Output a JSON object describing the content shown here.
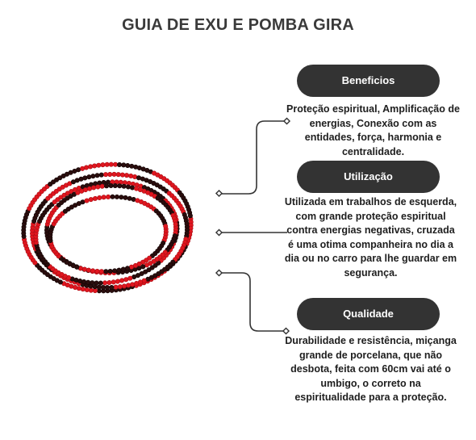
{
  "page": {
    "title": "GUIA DE EXU E POMBA GIRA"
  },
  "sections": [
    {
      "label": "Beneficios",
      "text": "Proteção espiritual, Amplificação de energias, Conexão com as entidades, força, harmonia e centralidade."
    },
    {
      "label": "Utilização",
      "text": "Utilizada em trabalhos de esquerda, com grande proteção espiritual contra energias negativas, cruzada é uma otima companheira no dia a dia ou no carro para lhe guardar em segurança."
    },
    {
      "label": "Qualidade",
      "text": "Durabilidade e resistência, miçanga grande de porcelana, que não desbota, feita com 60cm vai até o umbigo, o correto na espiritualidade para a proteção."
    }
  ],
  "colors": {
    "bead_red": "#e0161f",
    "bead_black": "#2a0d0d",
    "pill_bg": "#333333"
  }
}
